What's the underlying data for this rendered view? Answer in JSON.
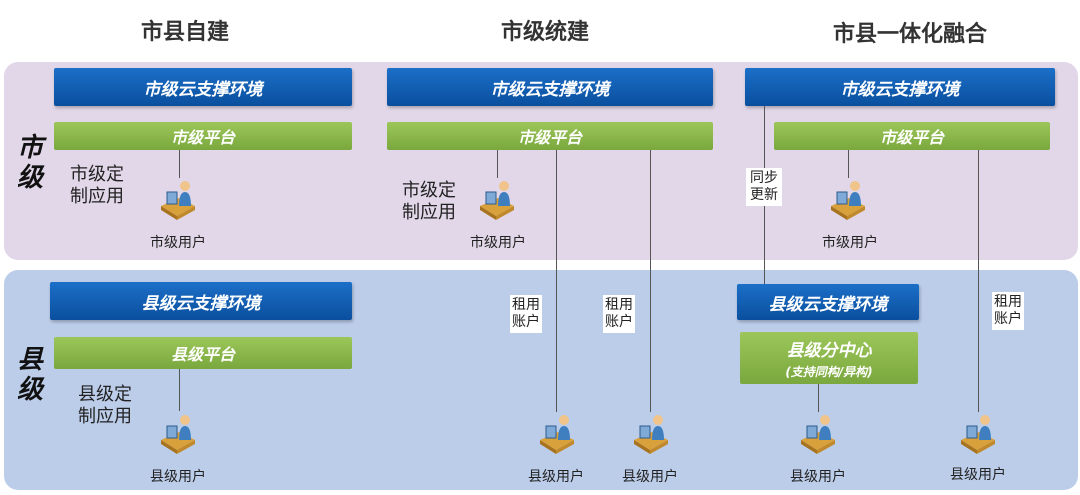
{
  "headings": {
    "self_build": "市县自建",
    "unified_build": "市级统建",
    "integration": "市县一体化融合"
  },
  "levels": {
    "city": "市级",
    "county": "县级"
  },
  "city_cloud": "市级云支撑环境",
  "city_platform": "市级平台",
  "county_cloud": "县级云支撑环境",
  "county_platform": "县级平台",
  "county_center": {
    "title": "县级分中心",
    "subtitle": "(支持同构/异构)"
  },
  "city_custom_app": "市级定制应用",
  "county_custom_app": "县级定制应用",
  "city_user": "市级用户",
  "county_user": "县级用户",
  "rent_account": "租用账户",
  "sync_update": "同步更新",
  "colors": {
    "city_band": "#e1d7e8",
    "county_band": "#bccdea",
    "cloud_blue": "#0a4f9e",
    "platform_green": "#8db84a"
  },
  "icons": [
    "computer-user-icon"
  ]
}
